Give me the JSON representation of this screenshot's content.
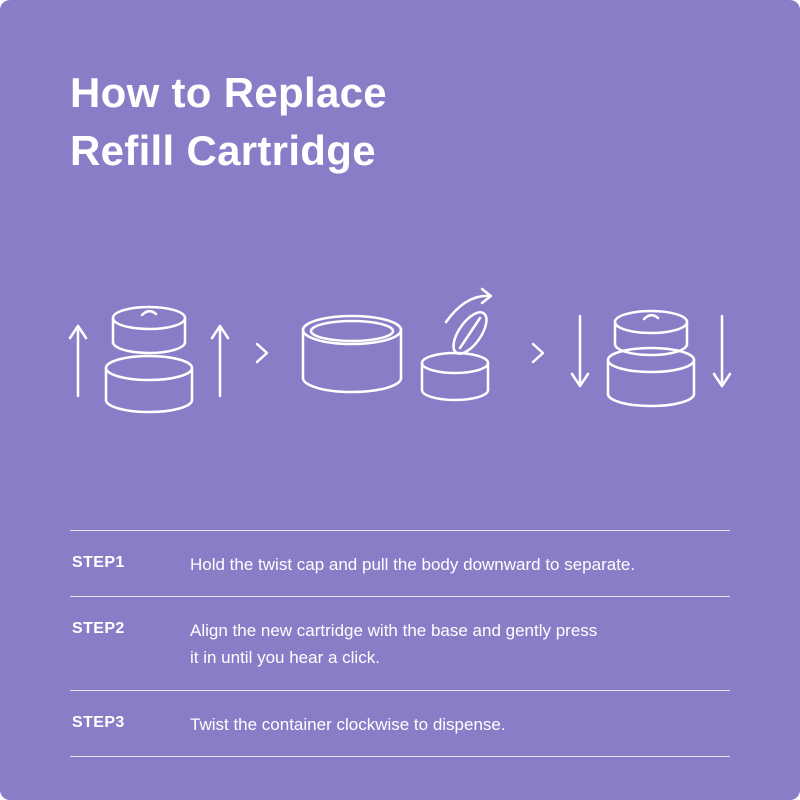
{
  "title": {
    "line1": "How to Replace",
    "line2": "Refill Cartridge"
  },
  "illustrations": {
    "step1": "pull-apart-cylinders-with-up-arrows",
    "step2": "base-ring-and-open-cartridge-with-curved-arrow",
    "step3": "press-down-cylinders-with-down-arrows",
    "separator_icon": "chevron-right"
  },
  "steps": [
    {
      "label": "STEP1",
      "text": "Hold the twist cap and pull the body downward to separate."
    },
    {
      "label": "STEP2",
      "text": "Align the new cartridge with the base and gently press\nit in until you hear a click."
    },
    {
      "label": "STEP3",
      "text": "Twist the container clockwise to dispense."
    }
  ],
  "colors": {
    "background": "#8b7cc8",
    "foreground": "#ffffff"
  }
}
